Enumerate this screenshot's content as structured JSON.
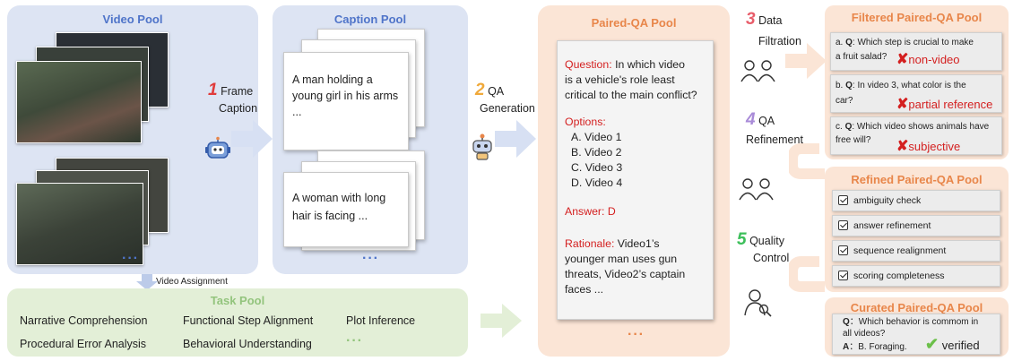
{
  "video_pool": {
    "title": "Video Pool",
    "more": "···"
  },
  "caption_pool": {
    "title": "Caption Pool",
    "caption1": [
      "A man holding a",
      "young girl in his arms",
      "..."
    ],
    "caption2": [
      "A woman with long",
      "hair is facing ..."
    ],
    "more": "···"
  },
  "steps": {
    "step1": {
      "num": "1",
      "line1": "Frame",
      "line2": "Caption"
    },
    "step2": {
      "num": "2",
      "line1": "QA",
      "line2": "Generation"
    },
    "step3": {
      "num": "3",
      "line1": "Data",
      "line2": "Filtration"
    },
    "step4": {
      "num": "4",
      "line1": "QA",
      "line2": "Refinement"
    },
    "step5": {
      "num": "5",
      "line1": "Quality",
      "line2": "Control"
    }
  },
  "video_assignment": "Video Assignment",
  "task_pool": {
    "title": "Task Pool",
    "tasks": [
      "Narrative Comprehension",
      "Functional Step Alignment",
      "Plot Inference",
      "Procedural Error Analysis",
      "Behavioral Understanding"
    ],
    "more": "···"
  },
  "paired_qa_pool": {
    "title": "Paired-QA Pool",
    "question_label": "Question:",
    "question_lines": [
      "In which video",
      "is a vehicle's role least",
      "critical to the main conflict?"
    ],
    "options_label": "Options:",
    "options": [
      "A. Video 1",
      "B. Video 2",
      "C. Video 3",
      "D. Video 4"
    ],
    "answer": "Answer: D",
    "rationale_label": "Rationale:",
    "rationale_lines": [
      "Video1’s",
      "younger man uses gun",
      "threats, Video2’s captain",
      "faces ..."
    ],
    "more": "···"
  },
  "filtered_pool": {
    "title": "Filtered Paired-QA Pool",
    "items": [
      {
        "prefix": "a.",
        "q": "Q",
        "line1": ": Which step is crucial to make",
        "line2": "a fruit salad?",
        "flag": "non-video"
      },
      {
        "prefix": "b.",
        "q": "Q",
        "line1": ": In video 3, what color is the",
        "line2": "car?",
        "flag": "partial reference"
      },
      {
        "prefix": "c.",
        "q": "Q",
        "line1": ": Which video shows animals have",
        "line2": "free will?",
        "flag": "subjective"
      }
    ]
  },
  "refined_pool": {
    "title": "Refined Paired-QA Pool",
    "items": [
      "ambiguity check",
      "answer refinement",
      "sequence realignment",
      "scoring completeness"
    ]
  },
  "curated_pool": {
    "title": "Curated Paired-QA Pool",
    "q_label": "Q",
    "q_line1": "：Which behavior is commom in",
    "q_line2": "all videos?",
    "a_label": "A",
    "a_text": "：B. Foraging.",
    "verified": "verified"
  },
  "colors": {
    "blue_title": "#4f74c9",
    "orange_title": "#e8864a",
    "green_title": "#93c47d",
    "red_text": "#d42020",
    "verified_green": "#6cc04a"
  }
}
